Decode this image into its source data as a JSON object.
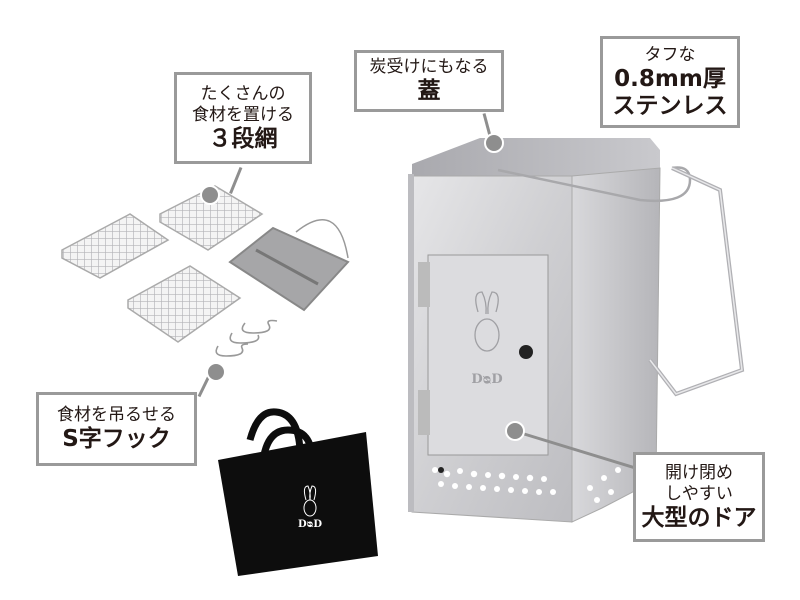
{
  "callouts": {
    "grill_nets": {
      "line1": "たくさんの",
      "line2": "食材を置ける",
      "bold": "３段網"
    },
    "lid": {
      "line1": "炭受けにもなる",
      "bold": "蓋"
    },
    "stainless": {
      "line1": "タフな",
      "bold1": "0.8mm厚",
      "bold2": "ステンレス"
    },
    "s_hook": {
      "line1": "食材を吊るせる",
      "bold": "S字フック"
    },
    "door": {
      "line1": "開け閉め",
      "line2": "しやすい",
      "bold": "大型のドア"
    }
  },
  "logos": {
    "stove_logo": "DᴓD",
    "bag_logo": "DᴓD"
  },
  "colors": {
    "border": "#9a9a9a",
    "leader": "#8e8e8e",
    "text": "#231815",
    "bag": "#0d0d0d",
    "steel": "#c8c8cc"
  }
}
